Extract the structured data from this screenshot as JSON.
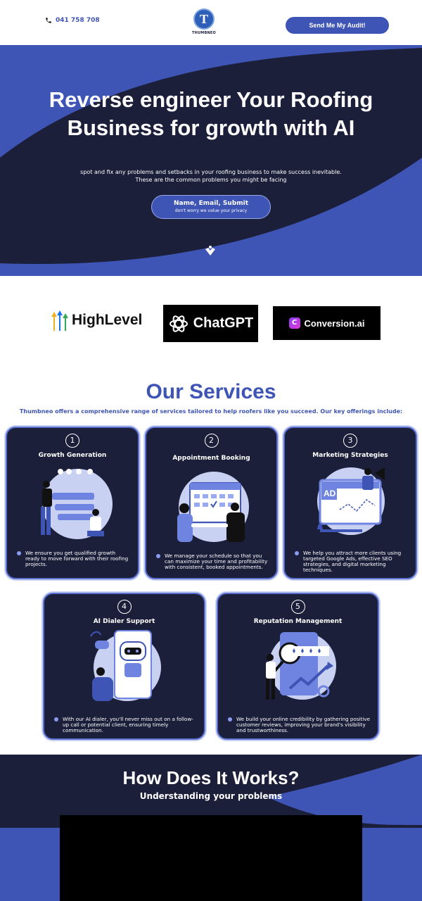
{
  "header": {
    "phone": "041 758 708",
    "logo_letter": "T",
    "logo_name": "THUMBNEO",
    "audit_button": "Send Me My Audit!"
  },
  "hero": {
    "title": "Reverse engineer Your Roofing Business for growth with AI",
    "subtitle_line1": "spot and fix any problems and setbacks in your roofing business to make success inevitable.",
    "subtitle_line2": "These are the common problems you might be facing",
    "cta_main": "Name, Email, Submit",
    "cta_small": "don't worry we value your privacy"
  },
  "partners": {
    "highlevel": "HighLevel",
    "chatgpt": "ChatGPT",
    "conversion_badge": "C",
    "conversion": "Conversion.ai"
  },
  "services": {
    "title": "Our Services",
    "subtitle": "Thumbneo offers a comprehensive range of services tailored to help roofers like you succeed. Our key offerings include:",
    "cards": [
      {
        "num": "1",
        "title": "Growth Generation",
        "desc": "We ensure you get qualified growth ready to move forward with their roofing projects."
      },
      {
        "num": "2",
        "title": "Appointment Booking",
        "desc": "We manage your schedule so that you can maximize your time and profitability with consistent, booked appointments."
      },
      {
        "num": "3",
        "title": "Marketing Strategies",
        "desc": "We help you attract more clients using targeted Google Ads, effective SEO strategies, and digital marketing techniques.",
        "ad_label": "AD"
      },
      {
        "num": "4",
        "title": "AI Dialer Support",
        "desc": "With our AI dialer, you'll never miss out on a follow-up call or potential client, ensuring timely communication."
      },
      {
        "num": "5",
        "title": "Reputation Management",
        "desc": "We build your online credibility by gathering positive customer reviews, improving your brand's visibility and trustworthiness."
      }
    ]
  },
  "how": {
    "title": "How Does It Works?",
    "subtitle": "Understanding your problems"
  },
  "colors": {
    "navy": "#1c1f3a",
    "accent": "#3f55b5"
  }
}
